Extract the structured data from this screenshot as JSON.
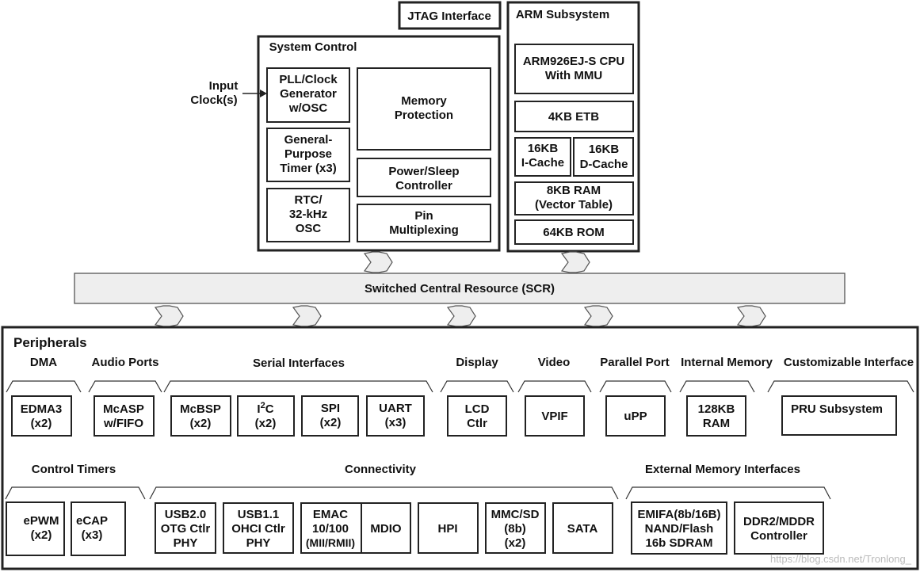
{
  "jtag": "JTAG Interface",
  "arm": {
    "title": "ARM Subsystem",
    "cpu": [
      "ARM926EJ-S CPU",
      "With MMU"
    ],
    "etb": "4KB ETB",
    "icache": [
      "16KB",
      "I-Cache"
    ],
    "dcache": [
      "16KB",
      "D-Cache"
    ],
    "ram": [
      "8KB RAM",
      "(Vector Table)"
    ],
    "rom": "64KB ROM"
  },
  "sysctl": {
    "title": "System Control",
    "input_clock": [
      "Input",
      "Clock(s)"
    ],
    "pll": [
      "PLL/Clock",
      "Generator",
      "w/OSC"
    ],
    "timer": [
      "General-",
      "Purpose",
      "Timer (x3)"
    ],
    "rtc": [
      "RTC/",
      "32-kHz",
      "OSC"
    ],
    "memprot": [
      "Memory",
      "Protection"
    ],
    "power": [
      "Power/Sleep",
      "Controller"
    ],
    "pinmux": [
      "Pin",
      "Multiplexing"
    ]
  },
  "scr": "Switched Central Resource (SCR)",
  "peripherals": {
    "title": "Peripherals",
    "groups": {
      "dma": "DMA",
      "audio": "Audio Ports",
      "serial": "Serial Interfaces",
      "display": "Display",
      "video": "Video",
      "parallel": "Parallel Port",
      "internal_mem": "Internal Memory",
      "custom": "Customizable Interface",
      "timers": "Control Timers",
      "connectivity": "Connectivity",
      "ext_mem": "External Memory Interfaces"
    },
    "edma": [
      "EDMA3",
      "(x2)"
    ],
    "mcasp": [
      "McASP",
      "w/FIFO"
    ],
    "mcbsp": [
      "McBSP",
      "(x2)"
    ],
    "i2c": [
      "I2C",
      "(x2)"
    ],
    "spi": [
      "SPI",
      "(x2)"
    ],
    "uart": [
      "UART",
      "(x3)"
    ],
    "lcd": [
      "LCD",
      "Ctlr"
    ],
    "vpif": "VPIF",
    "upp": "uPP",
    "ram128": [
      "128KB",
      "RAM"
    ],
    "pru": "PRU Subsystem",
    "epwm": [
      "ePWM",
      "(x2)"
    ],
    "ecap": [
      "eCAP",
      "(x3)"
    ],
    "usb20": [
      "USB2.0",
      "OTG Ctlr",
      "PHY"
    ],
    "usb11": [
      "USB1.1",
      "OHCI Ctlr",
      "PHY"
    ],
    "emac": [
      "EMAC",
      "10/100",
      "(MII/RMII)"
    ],
    "mdio": "MDIO",
    "hpi": "HPI",
    "mmc": [
      "MMC/SD",
      "(8b)",
      "(x2)"
    ],
    "sata": "SATA",
    "emifa": [
      "EMIFA(8b/16B)",
      "NAND/Flash",
      "16b SDRAM"
    ],
    "ddr": [
      "DDR2/MDDR",
      "Controller"
    ]
  },
  "watermark": "https://blog.csdn.net/Tronlong_"
}
